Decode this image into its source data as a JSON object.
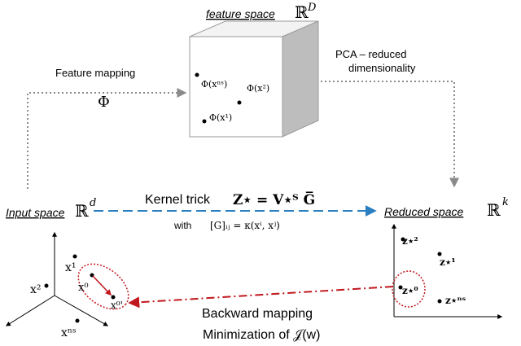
{
  "feature_space": {
    "label": "feature space",
    "symbol": "ℝ",
    "exponent": "D",
    "points": [
      {
        "label": "Φ(xⁿˢ)"
      },
      {
        "label": "Φ(x²)"
      },
      {
        "label": "Φ(x¹)"
      }
    ]
  },
  "feature_mapping": {
    "label": "Feature mapping",
    "symbol": "Φ"
  },
  "pca": {
    "line1": "PCA – reduced",
    "line2": "dimensionality"
  },
  "input_space": {
    "label": "Input space",
    "symbol": "ℝ",
    "exponent": "d",
    "points": [
      {
        "label": "x¹"
      },
      {
        "label": "x²"
      },
      {
        "label": "x⁰"
      },
      {
        "label": "x⁰'"
      },
      {
        "label": "xⁿˢ"
      }
    ]
  },
  "kernel_trick": {
    "label": "Kernel trick",
    "formula": "Z⋆ = V⋆ᵀ G̅",
    "with_text": "with",
    "with_formula": "[G]ᵢⱼ = κ(xⁱ, xʲ)"
  },
  "reduced_space": {
    "label": "Reduced space",
    "symbol": "ℝ",
    "exponent": "k",
    "points": [
      {
        "label": "z⋆²"
      },
      {
        "label": "z⋆¹"
      },
      {
        "label": "z⋆⁰"
      },
      {
        "label": "z⋆ⁿˢ"
      }
    ]
  },
  "backward": {
    "line1": "Backward mapping",
    "line2": "Minimization of 𝒥(w)"
  },
  "colors": {
    "arrow_blue": "#2a7fc0",
    "arrow_red": "#c0181e",
    "gray": "#8a8a8a"
  }
}
